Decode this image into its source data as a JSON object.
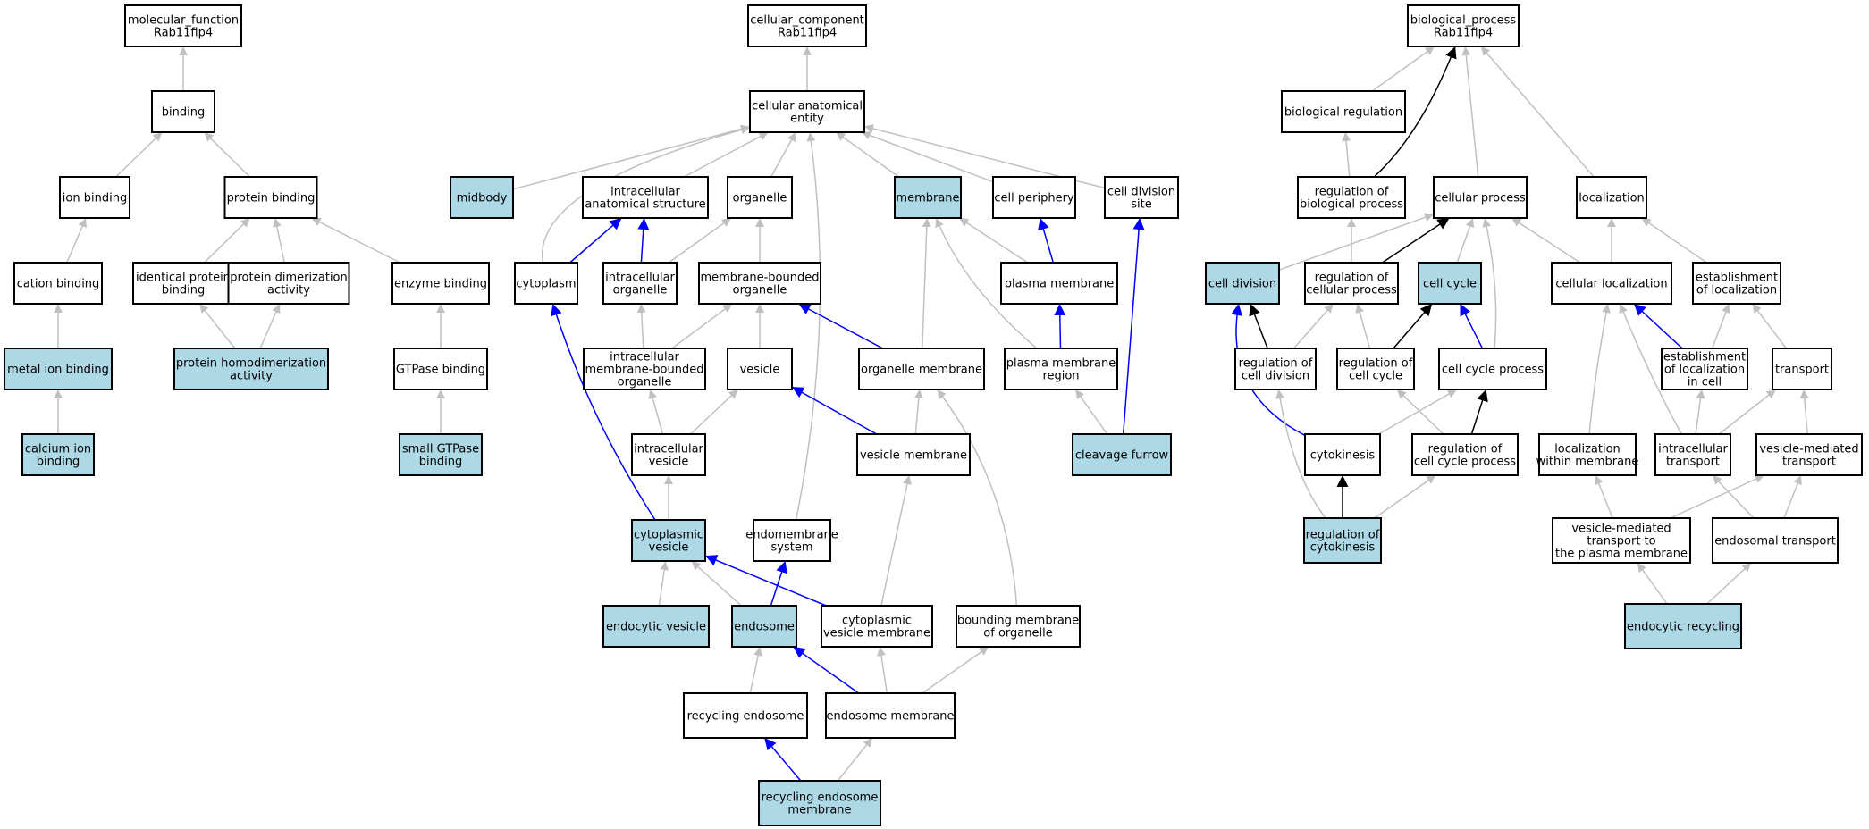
{
  "colors": {
    "highlight_fill": "#add8e6",
    "node_fill": "#ffffff",
    "edge_gray": "#c0c0c0",
    "edge_blue": "#0000ff",
    "edge_black": "#000000"
  },
  "nodes": {
    "mf_root": {
      "lines": [
        "molecular_function",
        "Rab11fip4"
      ],
      "highlight": false
    },
    "binding": {
      "lines": [
        "binding"
      ],
      "highlight": false
    },
    "ion_binding": {
      "lines": [
        "ion binding"
      ],
      "highlight": false
    },
    "protein_binding": {
      "lines": [
        "protein binding"
      ],
      "highlight": false
    },
    "cation_binding": {
      "lines": [
        "cation binding"
      ],
      "highlight": false
    },
    "identical_protein_binding": {
      "lines": [
        "identical protein",
        "binding"
      ],
      "highlight": false
    },
    "protein_dimerization": {
      "lines": [
        "protein dimerization",
        "activity"
      ],
      "highlight": false
    },
    "enzyme_binding": {
      "lines": [
        "enzyme binding"
      ],
      "highlight": false
    },
    "metal_ion_binding": {
      "lines": [
        "metal ion binding"
      ],
      "highlight": true
    },
    "protein_homodimerization": {
      "lines": [
        "protein homodimerization",
        "activity"
      ],
      "highlight": true
    },
    "gtpase_binding": {
      "lines": [
        "GTPase binding"
      ],
      "highlight": false
    },
    "calcium_ion_binding": {
      "lines": [
        "calcium ion",
        "binding"
      ],
      "highlight": true
    },
    "small_gtpase_binding": {
      "lines": [
        "small GTPase",
        "binding"
      ],
      "highlight": true
    },
    "cc_root": {
      "lines": [
        "cellular_component",
        "Rab11fip4"
      ],
      "highlight": false
    },
    "cellular_anatomical_entity": {
      "lines": [
        "cellular anatomical",
        "entity"
      ],
      "highlight": false
    },
    "midbody": {
      "lines": [
        "midbody"
      ],
      "highlight": true
    },
    "intracellular_anatomical_structure": {
      "lines": [
        "intracellular",
        "anatomical structure"
      ],
      "highlight": false
    },
    "organelle": {
      "lines": [
        "organelle"
      ],
      "highlight": false
    },
    "membrane": {
      "lines": [
        "membrane"
      ],
      "highlight": true
    },
    "cell_periphery": {
      "lines": [
        "cell periphery"
      ],
      "highlight": false
    },
    "cell_division_site": {
      "lines": [
        "cell division",
        "site"
      ],
      "highlight": false
    },
    "cytoplasm": {
      "lines": [
        "cytoplasm"
      ],
      "highlight": false
    },
    "intracellular_organelle": {
      "lines": [
        "intracellular",
        "organelle"
      ],
      "highlight": false
    },
    "membrane_bounded_organelle": {
      "lines": [
        "membrane-bounded",
        "organelle"
      ],
      "highlight": false
    },
    "plasma_membrane": {
      "lines": [
        "plasma membrane"
      ],
      "highlight": false
    },
    "intracellular_mb_organelle": {
      "lines": [
        "intracellular",
        "membrane-bounded",
        "organelle"
      ],
      "highlight": false
    },
    "vesicle": {
      "lines": [
        "vesicle"
      ],
      "highlight": false
    },
    "organelle_membrane": {
      "lines": [
        "organelle membrane"
      ],
      "highlight": false
    },
    "plasma_membrane_region": {
      "lines": [
        "plasma membrane",
        "region"
      ],
      "highlight": false
    },
    "intracellular_vesicle": {
      "lines": [
        "intracellular",
        "vesicle"
      ],
      "highlight": false
    },
    "vesicle_membrane": {
      "lines": [
        "vesicle membrane"
      ],
      "highlight": false
    },
    "cleavage_furrow": {
      "lines": [
        "cleavage furrow"
      ],
      "highlight": true
    },
    "cytoplasmic_vesicle": {
      "lines": [
        "cytoplasmic",
        "vesicle"
      ],
      "highlight": true
    },
    "endomembrane_system": {
      "lines": [
        "endomembrane",
        "system"
      ],
      "highlight": false
    },
    "endocytic_vesicle": {
      "lines": [
        "endocytic vesicle"
      ],
      "highlight": true
    },
    "endosome": {
      "lines": [
        "endosome"
      ],
      "highlight": true
    },
    "cytoplasmic_vesicle_membrane": {
      "lines": [
        "cytoplasmic",
        "vesicle membrane"
      ],
      "highlight": false
    },
    "bounding_membrane": {
      "lines": [
        "bounding membrane",
        "of organelle"
      ],
      "highlight": false
    },
    "recycling_endosome": {
      "lines": [
        "recycling endosome"
      ],
      "highlight": false
    },
    "endosome_membrane": {
      "lines": [
        "endosome membrane"
      ],
      "highlight": false
    },
    "recycling_endosome_membrane": {
      "lines": [
        "recycling endosome",
        "membrane"
      ],
      "highlight": true
    },
    "bp_root": {
      "lines": [
        "biological_process",
        "Rab11fip4"
      ],
      "highlight": false
    },
    "biological_regulation": {
      "lines": [
        "biological regulation"
      ],
      "highlight": false
    },
    "regulation_of_biological_process": {
      "lines": [
        "regulation of",
        "biological process"
      ],
      "highlight": false
    },
    "cellular_process": {
      "lines": [
        "cellular process"
      ],
      "highlight": false
    },
    "localization": {
      "lines": [
        "localization"
      ],
      "highlight": false
    },
    "cell_division": {
      "lines": [
        "cell division"
      ],
      "highlight": true
    },
    "regulation_of_cellular_process": {
      "lines": [
        "regulation of",
        "cellular process"
      ],
      "highlight": false
    },
    "cell_cycle": {
      "lines": [
        "cell cycle"
      ],
      "highlight": true
    },
    "cellular_localization": {
      "lines": [
        "cellular localization"
      ],
      "highlight": false
    },
    "establishment_of_localization": {
      "lines": [
        "establishment",
        "of localization"
      ],
      "highlight": false
    },
    "regulation_of_cell_division": {
      "lines": [
        "regulation of",
        "cell division"
      ],
      "highlight": false
    },
    "regulation_of_cell_cycle": {
      "lines": [
        "regulation of",
        "cell cycle"
      ],
      "highlight": false
    },
    "cell_cycle_process": {
      "lines": [
        "cell cycle process"
      ],
      "highlight": false
    },
    "establishment_of_localization_in_cell": {
      "lines": [
        "establishment",
        "of localization",
        "in cell"
      ],
      "highlight": false
    },
    "transport": {
      "lines": [
        "transport"
      ],
      "highlight": false
    },
    "cytokinesis": {
      "lines": [
        "cytokinesis"
      ],
      "highlight": false
    },
    "regulation_of_cell_cycle_process": {
      "lines": [
        "regulation of",
        "cell cycle process"
      ],
      "highlight": false
    },
    "localization_within_membrane": {
      "lines": [
        "localization",
        "within membrane"
      ],
      "highlight": false
    },
    "intracellular_transport": {
      "lines": [
        "intracellular",
        "transport"
      ],
      "highlight": false
    },
    "vesicle_mediated_transport": {
      "lines": [
        "vesicle-mediated",
        "transport"
      ],
      "highlight": false
    },
    "regulation_of_cytokinesis": {
      "lines": [
        "regulation of",
        "cytokinesis"
      ],
      "highlight": true
    },
    "vesicle_transport_to_pm": {
      "lines": [
        "vesicle-mediated",
        "transport to",
        "the plasma membrane"
      ],
      "highlight": false
    },
    "endosomal_transport": {
      "lines": [
        "endosomal transport"
      ],
      "highlight": false
    },
    "endocytic_recycling": {
      "lines": [
        "endocytic recycling"
      ],
      "highlight": true
    }
  },
  "edges": [
    [
      "binding",
      "mf_root",
      "gray"
    ],
    [
      "ion_binding",
      "binding",
      "gray"
    ],
    [
      "protein_binding",
      "binding",
      "gray"
    ],
    [
      "cation_binding",
      "ion_binding",
      "gray"
    ],
    [
      "identical_protein_binding",
      "protein_binding",
      "gray"
    ],
    [
      "protein_dimerization",
      "protein_binding",
      "gray"
    ],
    [
      "enzyme_binding",
      "protein_binding",
      "gray"
    ],
    [
      "metal_ion_binding",
      "cation_binding",
      "gray"
    ],
    [
      "protein_homodimerization",
      "identical_protein_binding",
      "gray"
    ],
    [
      "protein_homodimerization",
      "protein_dimerization",
      "gray"
    ],
    [
      "gtpase_binding",
      "enzyme_binding",
      "gray"
    ],
    [
      "calcium_ion_binding",
      "metal_ion_binding",
      "gray"
    ],
    [
      "small_gtpase_binding",
      "gtpase_binding",
      "gray"
    ],
    [
      "cellular_anatomical_entity",
      "cc_root",
      "gray"
    ],
    [
      "midbody",
      "cellular_anatomical_entity",
      "gray"
    ],
    [
      "intracellular_anatomical_structure",
      "cellular_anatomical_entity",
      "gray"
    ],
    [
      "organelle",
      "cellular_anatomical_entity",
      "gray"
    ],
    [
      "membrane",
      "cellular_anatomical_entity",
      "gray"
    ],
    [
      "cell_periphery",
      "cellular_anatomical_entity",
      "gray"
    ],
    [
      "cell_division_site",
      "cellular_anatomical_entity",
      "gray"
    ],
    [
      "cytoplasm",
      "cellular_anatomical_entity",
      "gray"
    ],
    [
      "endomembrane_system",
      "cellular_anatomical_entity",
      "gray"
    ],
    [
      "cytoplasm",
      "intracellular_anatomical_structure",
      "blue"
    ],
    [
      "intracellular_organelle",
      "intracellular_anatomical_structure",
      "blue"
    ],
    [
      "intracellular_organelle",
      "organelle",
      "gray"
    ],
    [
      "membrane_bounded_organelle",
      "organelle",
      "gray"
    ],
    [
      "plasma_membrane",
      "cell_periphery",
      "blue"
    ],
    [
      "plasma_membrane",
      "membrane",
      "gray"
    ],
    [
      "plasma_membrane_region",
      "plasma_membrane",
      "blue"
    ],
    [
      "plasma_membrane_region",
      "membrane",
      "gray"
    ],
    [
      "organelle_membrane",
      "membrane",
      "gray"
    ],
    [
      "organelle_membrane",
      "membrane_bounded_organelle",
      "blue"
    ],
    [
      "intracellular_mb_organelle",
      "intracellular_organelle",
      "gray"
    ],
    [
      "intracellular_mb_organelle",
      "membrane_bounded_organelle",
      "gray"
    ],
    [
      "vesicle",
      "membrane_bounded_organelle",
      "gray"
    ],
    [
      "intracellular_vesicle",
      "intracellular_mb_organelle",
      "gray"
    ],
    [
      "intracellular_vesicle",
      "vesicle",
      "gray"
    ],
    [
      "vesicle_membrane",
      "vesicle",
      "blue"
    ],
    [
      "vesicle_membrane",
      "organelle_membrane",
      "gray"
    ],
    [
      "cleavage_furrow",
      "plasma_membrane_region",
      "gray"
    ],
    [
      "cleavage_furrow",
      "cell_division_site",
      "blue"
    ],
    [
      "cytoplasmic_vesicle",
      "intracellular_vesicle",
      "gray"
    ],
    [
      "cytoplasmic_vesicle",
      "cytoplasm",
      "blue"
    ],
    [
      "endocytic_vesicle",
      "cytoplasmic_vesicle",
      "gray"
    ],
    [
      "endosome",
      "cytoplasmic_vesicle",
      "gray"
    ],
    [
      "endosome",
      "endomembrane_system",
      "blue"
    ],
    [
      "cytoplasmic_vesicle_membrane",
      "cytoplasmic_vesicle",
      "blue"
    ],
    [
      "cytoplasmic_vesicle_membrane",
      "vesicle_membrane",
      "gray"
    ],
    [
      "bounding_membrane",
      "organelle_membrane",
      "gray"
    ],
    [
      "recycling_endosome",
      "endosome",
      "gray"
    ],
    [
      "endosome_membrane",
      "endosome",
      "blue"
    ],
    [
      "endosome_membrane",
      "cytoplasmic_vesicle_membrane",
      "gray"
    ],
    [
      "endosome_membrane",
      "bounding_membrane",
      "gray"
    ],
    [
      "recycling_endosome_membrane",
      "recycling_endosome",
      "blue"
    ],
    [
      "recycling_endosome_membrane",
      "endosome_membrane",
      "gray"
    ],
    [
      "biological_regulation",
      "bp_root",
      "gray"
    ],
    [
      "regulation_of_biological_process",
      "bp_root",
      "black"
    ],
    [
      "cellular_process",
      "bp_root",
      "gray"
    ],
    [
      "localization",
      "bp_root",
      "gray"
    ],
    [
      "regulation_of_biological_process",
      "biological_regulation",
      "gray"
    ],
    [
      "cell_division",
      "cellular_process",
      "gray"
    ],
    [
      "regulation_of_cellular_process",
      "cellular_process",
      "black"
    ],
    [
      "regulation_of_cellular_process",
      "regulation_of_biological_process",
      "gray"
    ],
    [
      "cell_cycle",
      "cellular_process",
      "gray"
    ],
    [
      "cellular_localization",
      "cellular_process",
      "gray"
    ],
    [
      "cellular_localization",
      "localization",
      "gray"
    ],
    [
      "establishment_of_localization",
      "localization",
      "gray"
    ],
    [
      "cell_cycle_process",
      "cellular_process",
      "gray"
    ],
    [
      "regulation_of_cell_division",
      "cell_division",
      "black"
    ],
    [
      "regulation_of_cell_division",
      "regulation_of_cellular_process",
      "gray"
    ],
    [
      "regulation_of_cell_cycle",
      "regulation_of_cellular_process",
      "gray"
    ],
    [
      "regulation_of_cell_cycle",
      "cell_cycle",
      "black"
    ],
    [
      "cell_cycle_process",
      "cell_cycle",
      "blue"
    ],
    [
      "establishment_of_localization_in_cell",
      "cellular_localization",
      "blue"
    ],
    [
      "establishment_of_localization_in_cell",
      "establishment_of_localization",
      "gray"
    ],
    [
      "transport",
      "establishment_of_localization",
      "gray"
    ],
    [
      "cytokinesis",
      "cell_division",
      "blue"
    ],
    [
      "cytokinesis",
      "cell_cycle_process",
      "gray"
    ],
    [
      "regulation_of_cell_cycle_process",
      "regulation_of_cell_cycle",
      "gray"
    ],
    [
      "regulation_of_cell_cycle_process",
      "cell_cycle_process",
      "black"
    ],
    [
      "localization_within_membrane",
      "cellular_localization",
      "gray"
    ],
    [
      "intracellular_transport",
      "cellular_localization",
      "gray"
    ],
    [
      "intracellular_transport",
      "establishment_of_localization_in_cell",
      "gray"
    ],
    [
      "intracellular_transport",
      "transport",
      "gray"
    ],
    [
      "vesicle_mediated_transport",
      "transport",
      "gray"
    ],
    [
      "regulation_of_cytokinesis",
      "cytokinesis",
      "black"
    ],
    [
      "regulation_of_cytokinesis",
      "regulation_of_cell_division",
      "gray"
    ],
    [
      "regulation_of_cytokinesis",
      "regulation_of_cell_cycle_process",
      "gray"
    ],
    [
      "vesicle_transport_to_pm",
      "localization_within_membrane",
      "gray"
    ],
    [
      "vesicle_transport_to_pm",
      "vesicle_mediated_transport",
      "gray"
    ],
    [
      "endosomal_transport",
      "intracellular_transport",
      "gray"
    ],
    [
      "endosomal_transport",
      "vesicle_mediated_transport",
      "gray"
    ],
    [
      "endocytic_recycling",
      "vesicle_transport_to_pm",
      "gray"
    ],
    [
      "endocytic_recycling",
      "endosomal_transport",
      "gray"
    ]
  ]
}
